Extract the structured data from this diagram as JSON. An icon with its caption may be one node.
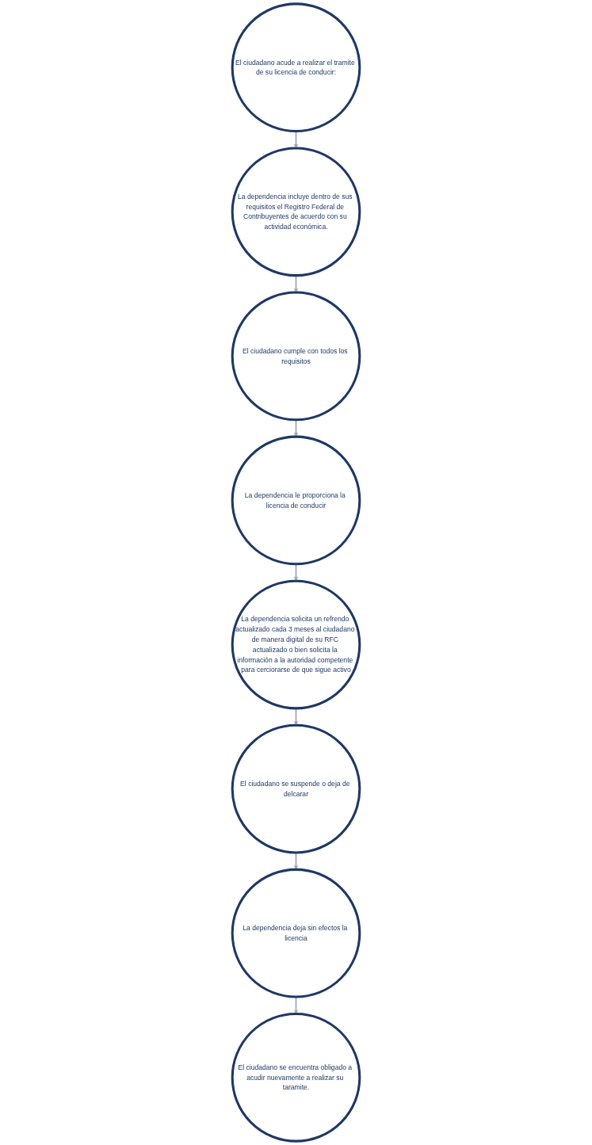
{
  "diagram": {
    "nodes": [
      {
        "text": [
          "El ciudadano acude a realizar el tramite de su licencia de conducir:"
        ]
      },
      {
        "text": [
          "La dependencia incluye dentro de sus requisitos el Registro Federal de Contribuyentes de acuerdo con su actividad económica."
        ]
      },
      {
        "text": [
          "El ciudadano cumple con todos los requisitos"
        ]
      },
      {
        "text": [
          "La dependencia le proporciona la licencia de conducir"
        ]
      },
      {
        "text": [
          "La dependencia solicita un refrendo actualizado cada 3 meses al ciudadano de manera digital de su RFC actualizado o bien solicita la información a la autoridad competente para cerciorarse de que sigue activo"
        ]
      },
      {
        "text": [
          "El ciudadano se suspende o deja de delcarar"
        ]
      },
      {
        "text": [
          "La dependencia deja sin efectos la licencia"
        ]
      },
      {
        "text": [
          "El ciudadano se encuentra obligado a acudir nuevamente a realizar su taramite."
        ]
      }
    ],
    "edges": [
      {
        "from": 0,
        "to": 1,
        "arrow": "to"
      },
      {
        "from": 1,
        "to": 2,
        "arrow": "to"
      },
      {
        "from": 2,
        "to": 3,
        "arrow": "to"
      },
      {
        "from": 3,
        "to": 4,
        "arrow": "to"
      },
      {
        "from": 4,
        "to": 5,
        "arrow": "to"
      },
      {
        "from": 5,
        "to": 6,
        "arrow": "to"
      },
      {
        "from": 6,
        "to": 7,
        "arrow": "to"
      }
    ]
  }
}
